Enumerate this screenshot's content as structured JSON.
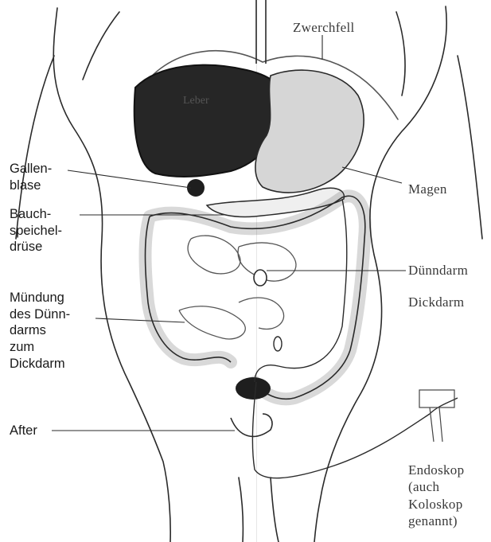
{
  "labels": {
    "zwerchfell": "Zwerchfell",
    "leber": "Leber",
    "gallenblase": [
      "Gallen-",
      "blase"
    ],
    "bauchspeicheldruese": [
      "Bauch-",
      "speichel-",
      "drüse"
    ],
    "magen": "Magen",
    "duenndarm": "Dünndarm",
    "dickdarm": "Dickdarm",
    "muendung": [
      "Mündung",
      "des Dünn-",
      "darms",
      "zum",
      "Dickdarm"
    ],
    "after": "After",
    "endoskop": [
      "Endoskop",
      "(auch",
      "Koloskop",
      "genannt)"
    ]
  },
  "colors": {
    "line": "#2a2a2a",
    "liver": "#262626",
    "stomach": "#d6d6d6",
    "intestine": "#f0f0f0"
  }
}
